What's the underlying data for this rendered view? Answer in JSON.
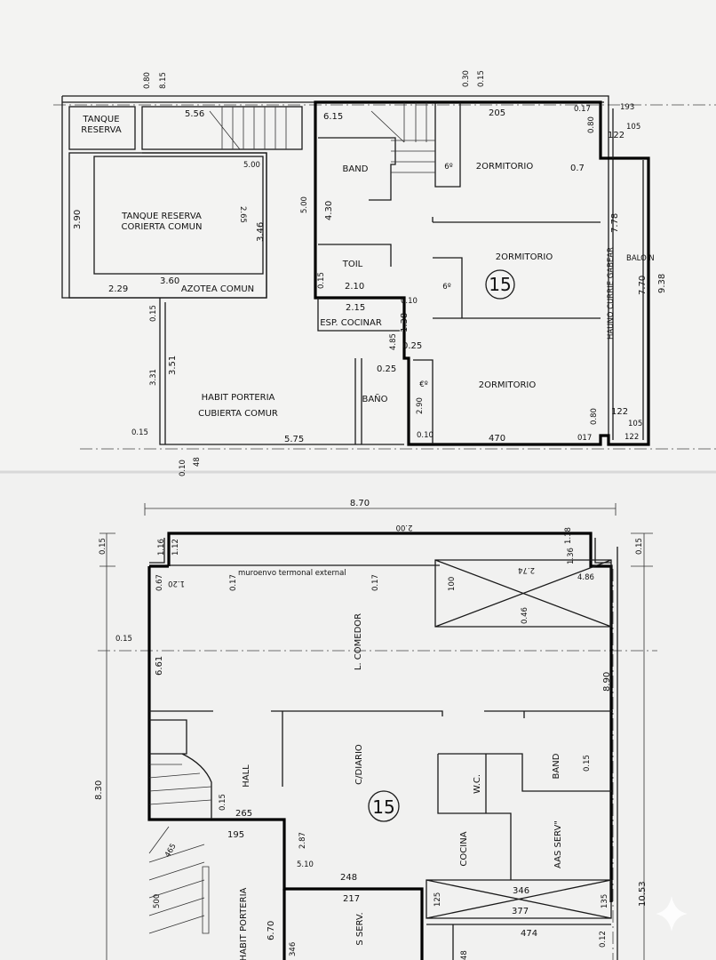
{
  "top_plan": {
    "unit_number": "15",
    "rooms": [
      "TANQUE",
      "RESERVA",
      "TANQUE RESERVA",
      "CORIERTA COMUN",
      "AZOTEA COMUN",
      "BAND",
      "TOIL",
      "ESP. COCINAR",
      "2ORMITORIO",
      "2ORMITORIO",
      "2ORMITORIO",
      "BALOIN",
      "HAUNO CURRIE GABEAR",
      "HABIT PORTERIA",
      "CUBIERTA COMUR",
      "BAÑO",
      "6º",
      "6º",
      "€º"
    ],
    "dimensions": [
      "0.80",
      "8.15",
      "0.30",
      "0.15",
      "5.56",
      "6.15",
      "205",
      "0.17",
      "0.80",
      "193",
      "122",
      "105",
      "0.7",
      "5.00",
      "2.65",
      "3.46",
      "3.90",
      "5.00",
      "4.30",
      "7.78",
      "7.70",
      "9.38",
      "2.10",
      "0.15",
      "3.60",
      "2.29",
      "0.10",
      "2.15",
      "1.38",
      "4.85",
      "0.25",
      "0.15",
      "3.51",
      "3.31",
      "0.25",
      "2.90",
      "0.15",
      "5.75",
      "0.10",
      "470",
      "017",
      "0.80",
      "122",
      "105",
      "122",
      "0.10",
      "48"
    ]
  },
  "bottom_plan": {
    "unit_number": "15",
    "rooms": [
      "L. COMEDOR",
      "C/DIARIO",
      "HALL",
      "W.C.",
      "BAND",
      "COCINA",
      "AAS SERV\"",
      "HABIT PORTERIA",
      "S SERV.",
      "muroenvo termonal external"
    ],
    "dimensions": [
      "8.70",
      "0.15",
      "0.15",
      "2.00",
      "0.67",
      "1.20",
      "0.17",
      "0.17",
      "1.16",
      "1.12",
      "1.18",
      "1.36",
      "100",
      "2.74",
      "4.86",
      "0.46",
      "0.15",
      "6.61",
      "8.90",
      "0.15",
      "8.30",
      "10.53",
      "0.15",
      "265",
      "195",
      "2.87",
      "5.10",
      "248",
      "217",
      "346",
      "377",
      "125",
      "135",
      "500",
      "465",
      "6.70",
      "346",
      "474",
      "0.12",
      "48"
    ]
  },
  "watermark_icon": "sparkle-icon"
}
